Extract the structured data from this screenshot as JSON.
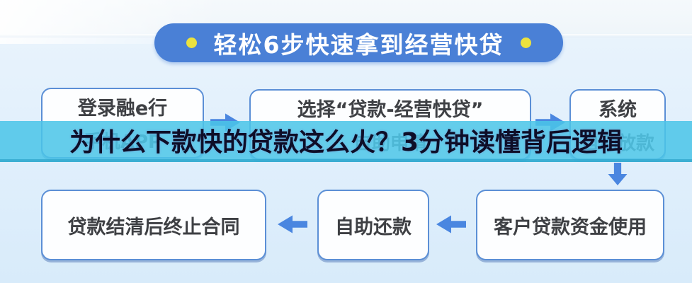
{
  "banner": {
    "title": "轻松6步快速拿到经营快贷",
    "bg_color": "#4a80d6",
    "dot_color": "#ece23e",
    "text_color": "#ffffff"
  },
  "overlay": {
    "text": "为什么下款快的贷款这么火？3分钟读懂背后逻辑",
    "bg_color": "#4ac5e8",
    "text_color": "#0e0e28"
  },
  "flow": {
    "box_border_color": "#5b8fd6",
    "box_bg_color": "#fdfeff",
    "arrow_color": "#4a86e0",
    "steps": [
      {
        "label": "登录融e行",
        "sublabel": "手机APP"
      },
      {
        "label": "选择“贷款-经营快贷”",
        "sublabel": "自助申请"
      },
      {
        "label": "系统",
        "sublabel": "自动放款"
      },
      {
        "label": "客户贷款资金使用",
        "sublabel": ""
      },
      {
        "label": "自助还款",
        "sublabel": ""
      },
      {
        "label": "贷款结清后终止合同",
        "sublabel": ""
      }
    ]
  }
}
